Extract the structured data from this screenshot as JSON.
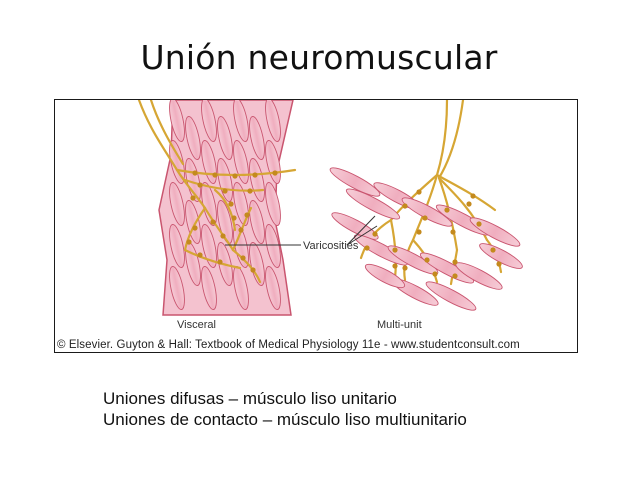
{
  "slide": {
    "title": "Unión neuromuscular",
    "bullets": [
      "Uniones difusas – músculo liso unitario",
      "Uniones de contacto – músculo liso multiunitario"
    ]
  },
  "figure": {
    "labels": {
      "varicosities": "Varicosities",
      "visceral": "Visceral",
      "multi_unit": "Multi-unit"
    },
    "credit": "© Elsevier. Guyton & Hall: Textbook of Medical Physiology 11e - www.studentconsult.com",
    "colors": {
      "muscle_fill": "#f2b8c6",
      "muscle_stroke": "#c9556f",
      "nerve": "#d6a634",
      "varicosity": "#c48a1e",
      "border": "#1a1a1a"
    }
  }
}
